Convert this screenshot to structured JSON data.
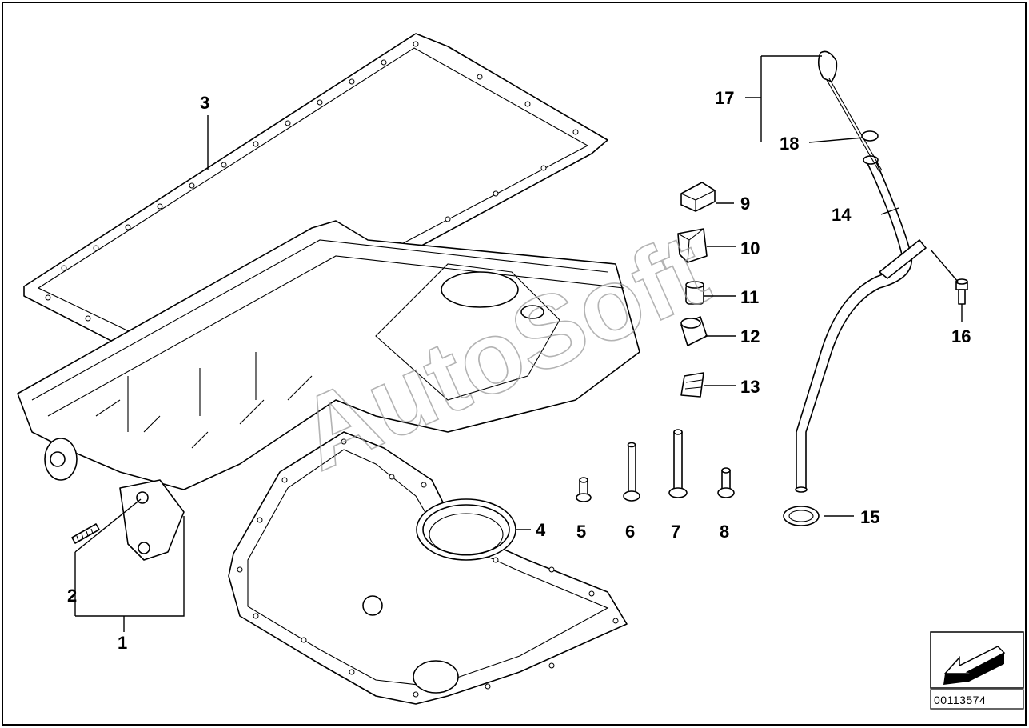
{
  "watermark": "AutoSoft",
  "diagram_number": "00113574",
  "callouts": {
    "c1": "1",
    "c2": "2",
    "c3": "3",
    "c4": "4",
    "c5": "5",
    "c6": "6",
    "c7": "7",
    "c8": "8",
    "c9": "9",
    "c10": "10",
    "c11": "11",
    "c12": "12",
    "c13": "13",
    "c14": "14",
    "c15": "15",
    "c16": "16",
    "c17": "17",
    "c18": "18"
  },
  "icons": {
    "nav": "arrow-icon"
  }
}
